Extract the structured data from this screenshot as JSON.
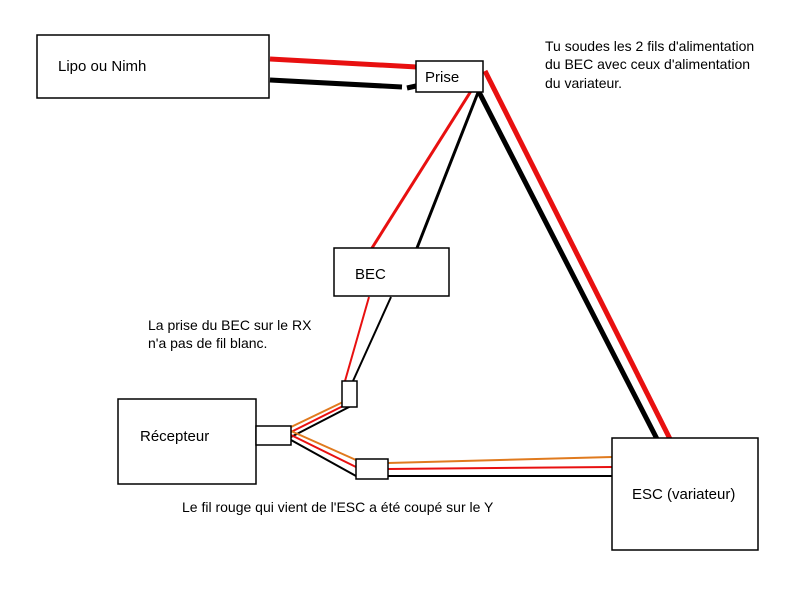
{
  "boxes": {
    "battery": "Lipo ou Nimh",
    "plug": "Prise",
    "bec": "BEC",
    "receiver": "Récepteur",
    "esc": "ESC (variateur)"
  },
  "notes": {
    "solder": [
      "Tu soudes les 2 fils d'alimentation",
      "du BEC avec ceux d'alimentation",
      "du variateur."
    ],
    "bec_plug": [
      "La prise du BEC sur le RX",
      "n'a pas de fil blanc."
    ],
    "red_wire": "Le fil rouge qui vient de l'ESC a été coupé sur le Y"
  },
  "colors": {
    "red": "#e81010",
    "black": "#000000",
    "orange": "#e07a1e",
    "box_border": "#000000"
  }
}
